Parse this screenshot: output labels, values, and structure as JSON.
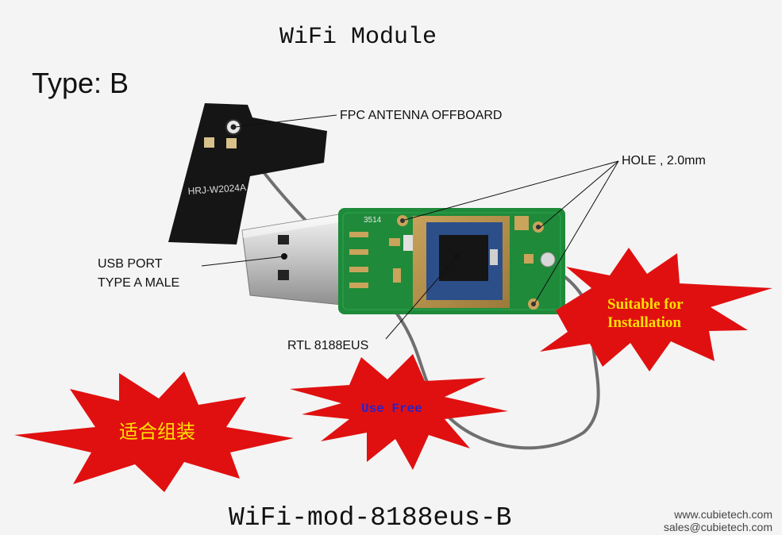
{
  "image": {
    "title": "WiFi Module",
    "type_label": "Type: B",
    "model_label": "WiFi-mod-8188eus-B",
    "website": "www.cubietech.com",
    "email": "sales@cubietech.com",
    "antenna_marking": "HRJ-W2024A",
    "board_marking": "3514",
    "callouts": {
      "antenna": "FPC ANTENNA OFFBOARD",
      "hole": "HOLE , 2.0mm",
      "usb_line1": "USB PORT",
      "usb_line2": "TYPE A MALE",
      "chip": "RTL 8188EUS"
    },
    "bursts": {
      "installation_line1": "Suitable for",
      "installation_line2": "Installation",
      "chinese": "适合组装",
      "use_free": "Use Free"
    },
    "colors": {
      "burst_red": "#e01010",
      "burst_text_yellow": "#ffe000",
      "use_free_text": "#2a22c8",
      "pcb_green": "#1f8a3a",
      "antenna_black": "#151515",
      "cable_gray": "#6f6f72"
    }
  }
}
